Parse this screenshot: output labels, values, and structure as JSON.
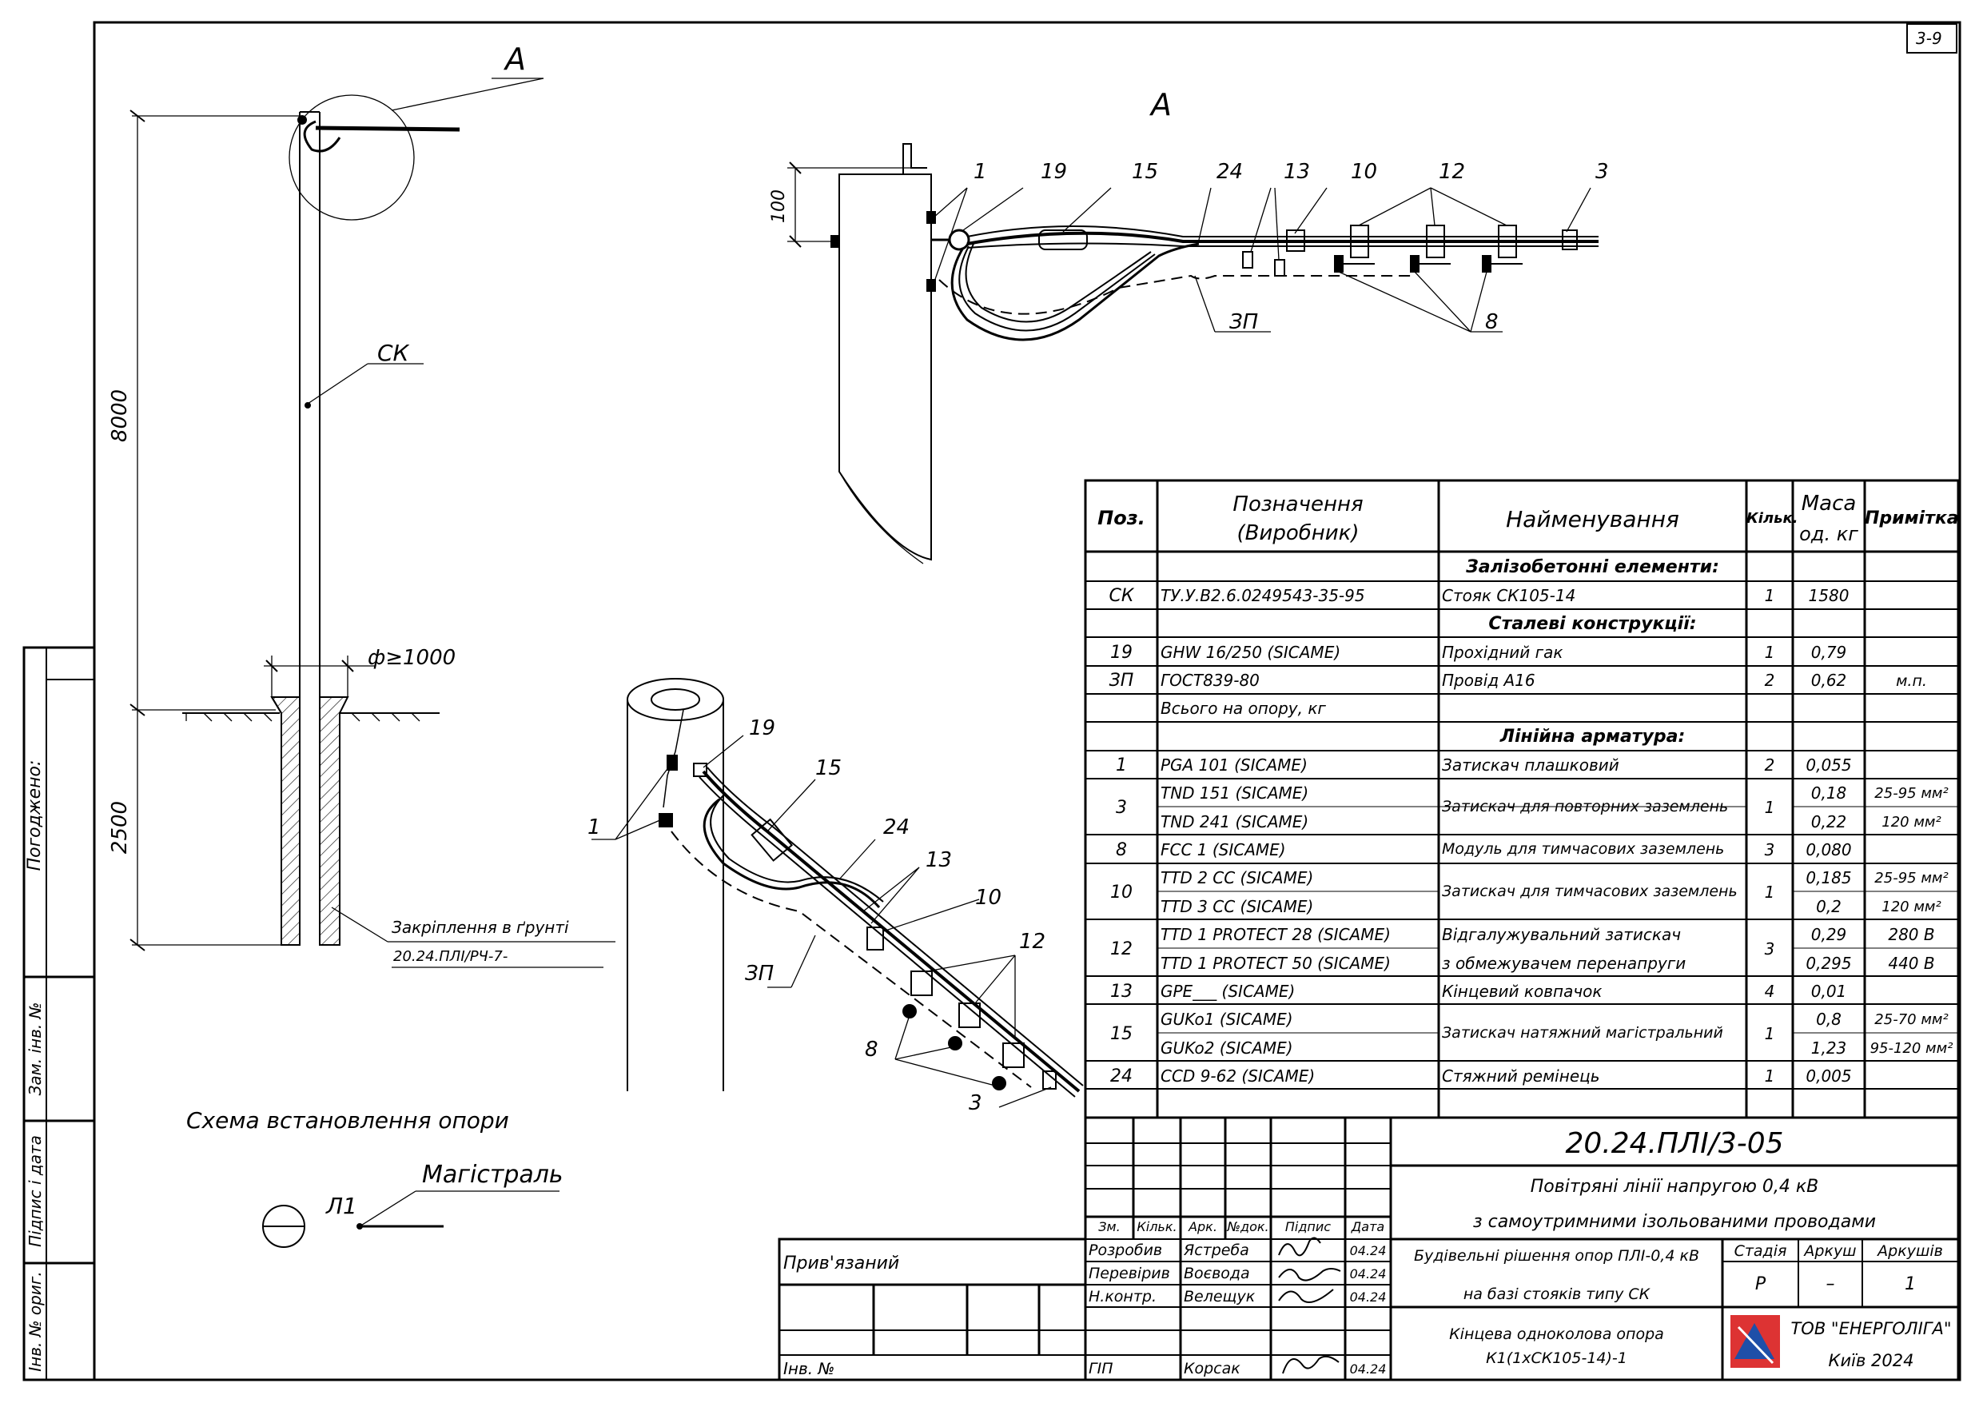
{
  "sheet_code": "3-9",
  "side_stamp": {
    "agreed": "Погоджено:",
    "zam_inv": "Зам. інв. №",
    "signature_date": "Підпис і дата",
    "inv_orig": "Інв. № ориг."
  },
  "pole_view": {
    "view_label": "A",
    "height_dim": "8000",
    "depth_dim": "2500",
    "pole_label": "СК",
    "diameter_label": "ф≥1000",
    "ground_label": "Закріплення в ґрунті",
    "ground_ref": "20.24.ПЛІ/РЧ-7-",
    "caption": "Схема встановлення опори"
  },
  "line_symbol": {
    "line_label": "Л1",
    "main_label": "Магістраль"
  },
  "detail_view": {
    "title": "A",
    "dim_100": "100",
    "callouts": [
      "1",
      "19",
      "15",
      "24",
      "13",
      "10",
      "12",
      "3",
      "8",
      "ЗП"
    ]
  },
  "iso_view": {
    "callouts": [
      "19",
      "15",
      "1",
      "24",
      "13",
      "10",
      "12",
      "8",
      "3",
      "ЗП"
    ]
  },
  "spec_table": {
    "headers": {
      "pos": "Поз.",
      "designation_1": "Позначення",
      "designation_2": "(Виробник)",
      "name": "Найменування",
      "qty": "Кільк.",
      "mass_1": "Маса",
      "mass_2": "од. кг",
      "note": "Примітка"
    },
    "rows": [
      {
        "section": "Залізобетонні елементи:"
      },
      {
        "pos": "СК",
        "designation": "ТУ.У.В2.6.0249543-35-95",
        "name": "Стояк СК105-14",
        "qty": "1",
        "mass": "1580",
        "note": ""
      },
      {
        "section": "Сталеві конструкції:"
      },
      {
        "pos": "19",
        "designation": "GHW 16/250   (SICAME)",
        "name": "Прохідний гак",
        "qty": "1",
        "mass": "0,79",
        "note": ""
      },
      {
        "pos": "ЗП",
        "designation": "ГОСТ839-80",
        "name": "Провід А16",
        "qty": "2",
        "mass": "0,62",
        "note": "м.п."
      },
      {
        "pos": "",
        "designation": "Всього на опору, кг",
        "name": "",
        "qty": "",
        "mass": "",
        "note": ""
      },
      {
        "section": "Лінійна арматура:"
      },
      {
        "pos": "1",
        "designation": "PGA 101   (SICAME)",
        "name": "Затискач плашковий",
        "qty": "2",
        "mass": "0,055",
        "note": ""
      },
      {
        "pos": "3",
        "designation": "TND 151   (SICAME)",
        "designation2": "TND 241   (SICAME)",
        "name": "Затискач для повторних заземлень",
        "qty": "1",
        "mass": "0,18",
        "mass2": "0,22",
        "note": "25-95 мм²",
        "note2": "120 мм²"
      },
      {
        "pos": "8",
        "designation": "FCC 1   (SICAME)",
        "name": "Модуль для тимчасових заземлень",
        "qty": "3",
        "mass": "0,080",
        "note": ""
      },
      {
        "pos": "10",
        "designation": "TTD 2 CC   (SICAME)",
        "designation2": "TTD 3 CC   (SICAME)",
        "name": "Затискач для тимчасових заземлень",
        "qty": "1",
        "mass": "0,185",
        "mass2": "0,2",
        "note": "25-95 мм²",
        "note2": "120 мм²"
      },
      {
        "pos": "12",
        "designation": "TTD 1 PROTECT 28   (SICAME)",
        "designation2": "TTD 1 PROTECT 50   (SICAME)",
        "name": "Відгалужувальний затискач",
        "name2": "з обмежувачем перенапруги",
        "qty": "3",
        "mass": "0,29",
        "mass2": "0,295",
        "note": "280 В",
        "note2": "440 В"
      },
      {
        "pos": "13",
        "designation": "GPE___   (SICAME)",
        "name": "Кінцевий ковпачок",
        "qty": "4",
        "mass": "0,01",
        "note": ""
      },
      {
        "pos": "15",
        "designation": "GUKo1   (SICAME)",
        "designation2": "GUKo2   (SICAME)",
        "name": "Затискач натяжний магістральний",
        "qty": "1",
        "mass": "0,8",
        "mass2": "1,23",
        "note": "25-70 мм²",
        "note2": "95-120 мм²"
      },
      {
        "pos": "24",
        "designation": "CCD 9-62   (SICAME)",
        "name": "Стяжний ремінець",
        "qty": "1",
        "mass": "0,005",
        "note": ""
      }
    ]
  },
  "title_block": {
    "doc_code": "20.24.ПЛІ/3-05",
    "project_1": "Повітряні лінії напругою 0,4 кВ",
    "project_2": "з самоутримними ізольованими проводами",
    "part_1": "Будівельні рішення опор ПЛІ-0,4 кВ",
    "part_2": "на базі стояків типу СК",
    "sheet_title_1": "Кінцева одноколова опора",
    "sheet_title_2": "К1(1хСК105-14)-1",
    "stage_label": "Стадія",
    "sheet_label": "Аркуш",
    "sheets_label": "Аркушів",
    "stage": "Р",
    "sheet": "–",
    "sheets": "1",
    "company": "ТОВ \"ЕНЕРГОЛІГА\"",
    "city_year": "Київ 2024",
    "col_headers": [
      "Зм.",
      "Кільк.",
      "Арк.",
      "№док.",
      "Підпис",
      "Дата"
    ],
    "staff": [
      {
        "role": "Розробив",
        "name": "Ястреба",
        "date": "04.24"
      },
      {
        "role": "Перевірив",
        "name": "Воєвода",
        "date": "04.24"
      },
      {
        "role": "Н.контр.",
        "name": "Велещук",
        "date": "04.24"
      },
      {
        "role": "",
        "name": "",
        "date": ""
      },
      {
        "role": "ГІП",
        "name": "Корсак",
        "date": "04.24"
      }
    ],
    "bound": "Прив'язаний",
    "inv_no": "Інв. №"
  }
}
